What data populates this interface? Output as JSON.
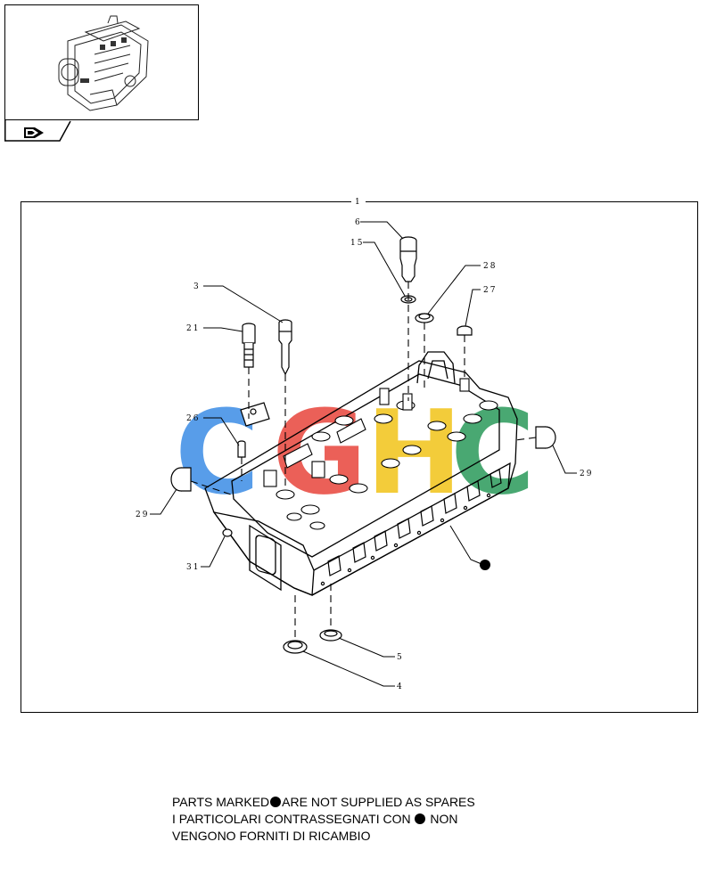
{
  "callouts": {
    "c1": "1",
    "c3": "3",
    "c4": "4",
    "c5": "5",
    "c6": "6",
    "c15": "15",
    "c21": "21",
    "c26": "26",
    "c27": "27",
    "c28": "28",
    "c29a": "29",
    "c29b": "29",
    "c31": "31"
  },
  "watermark": {
    "letters": "CGHC",
    "colors": [
      "#3b8de6",
      "#e8453c",
      "#f2c418",
      "#2a9a5a"
    ]
  },
  "notes": {
    "line1_a": "PARTS MARKED",
    "line1_b": "ARE NOT SUPPLIED AS SPARES",
    "line2_a": "I  PARTICOLARI  CONTRASSEGNATI  CON ",
    "line2_b": " NON",
    "line3": "VENGONO FORNITI DI RICAMBIO"
  },
  "icons": {
    "thumbnail": "engine-thumbnail-icon",
    "tab": "book-arrow-icon",
    "marker": "filled-dot-icon"
  }
}
